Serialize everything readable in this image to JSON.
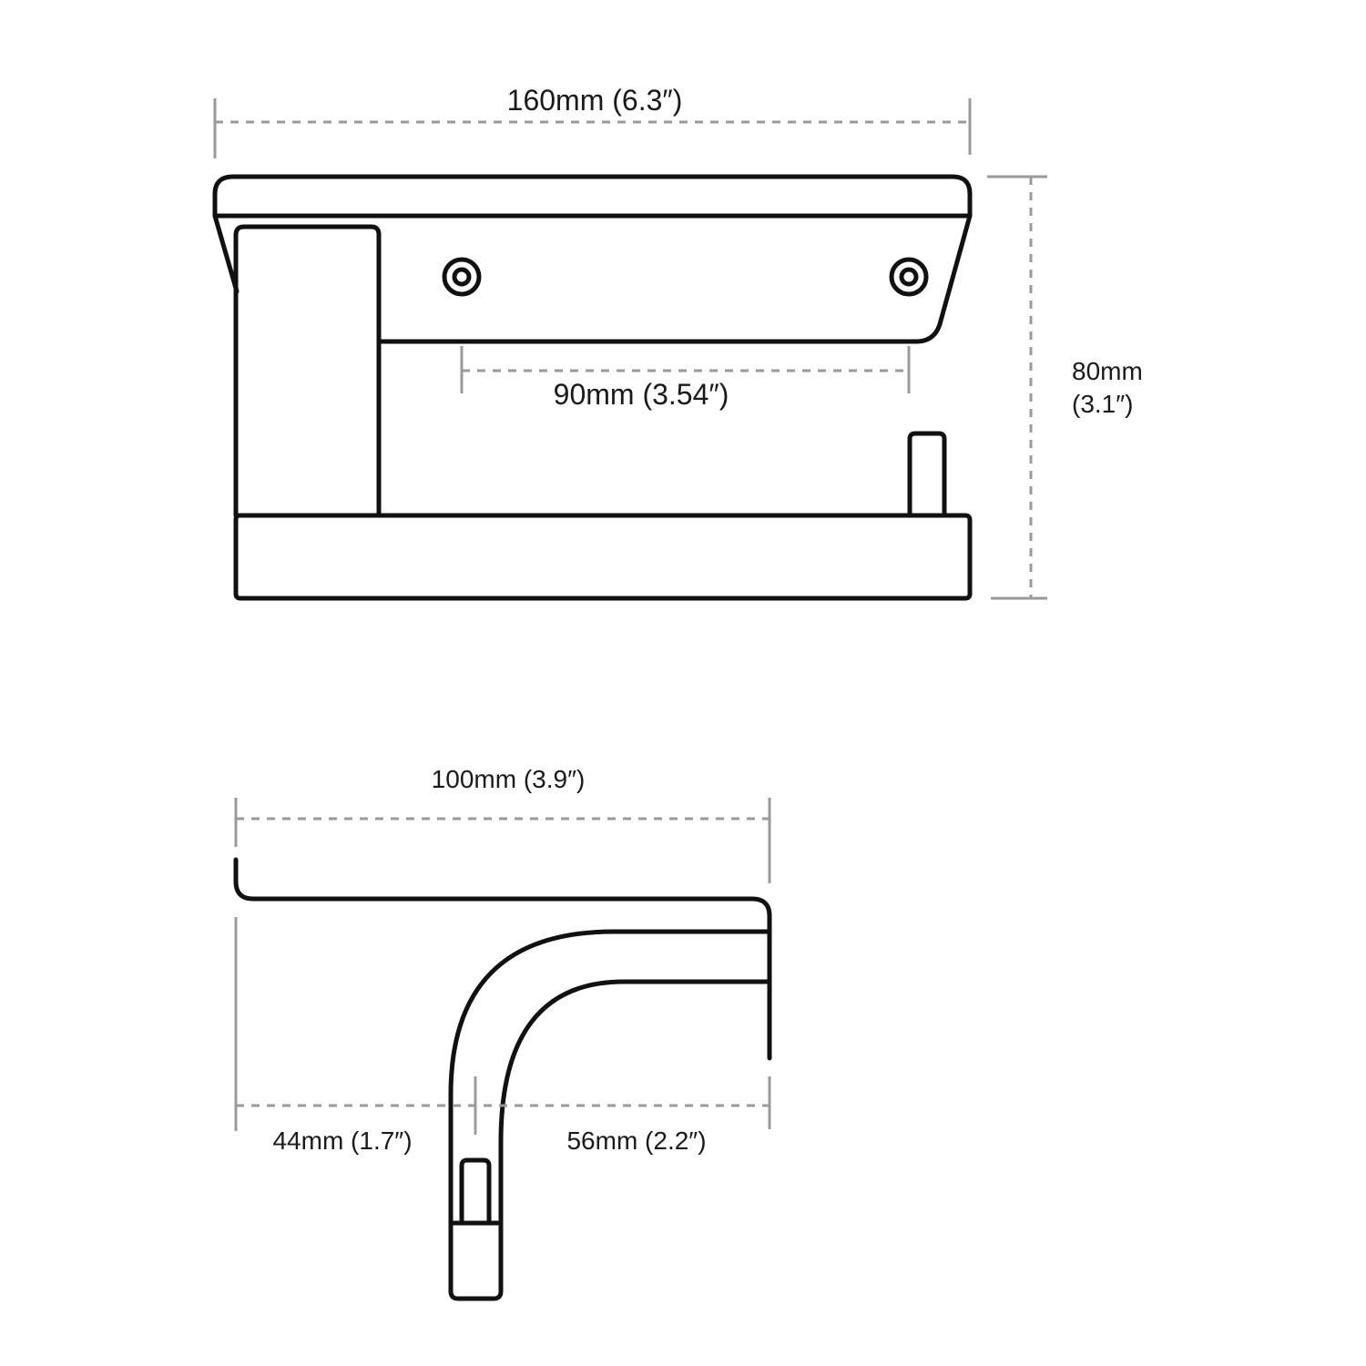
{
  "front_view": {
    "width_label": "160mm (6.3″)",
    "screw_spacing_label": "90mm (3.54″)",
    "height_label_line1": "80mm",
    "height_label_line2": "(3.1″)"
  },
  "side_view": {
    "depth_label": "100mm (3.9″)",
    "left_offset_label": "44mm (1.7″)",
    "right_offset_label": "56mm (2.2″)"
  },
  "colors": {
    "outline": "#111111",
    "dimension": "#9a9a9a",
    "text": "#1a1a1a"
  }
}
